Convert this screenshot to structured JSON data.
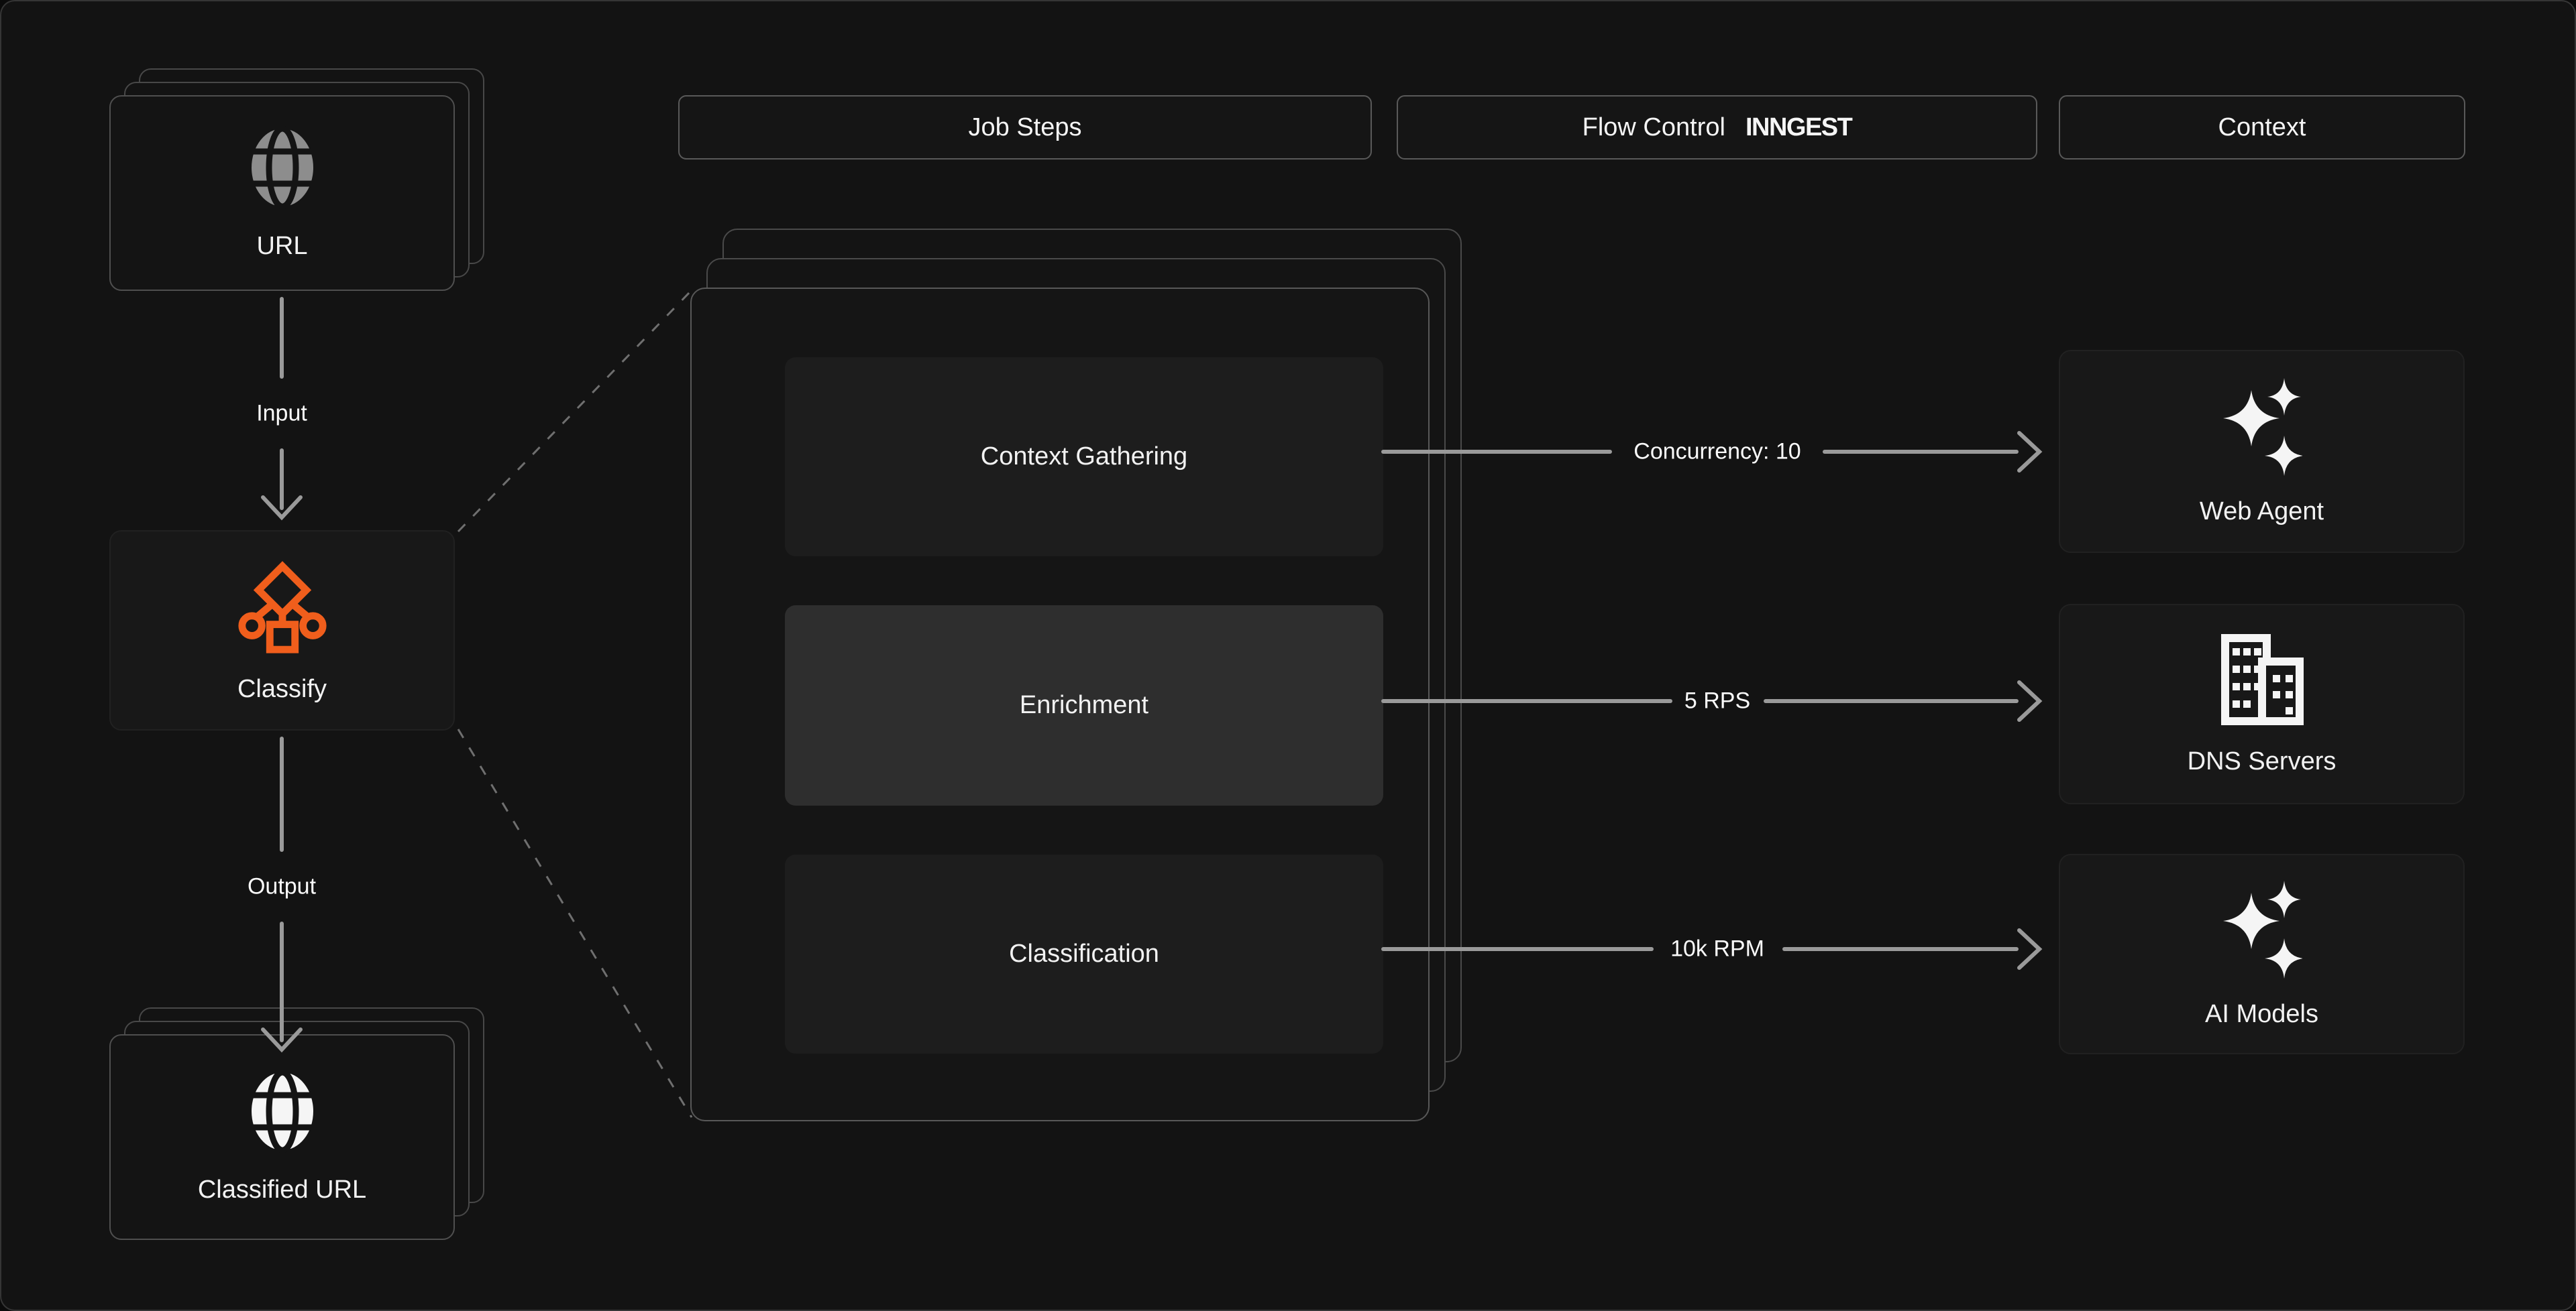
{
  "title_row": {
    "job_steps": "Job Steps",
    "flow_control": "Flow Control",
    "flow_control_logo": "INNGEST",
    "context": "Context"
  },
  "left_flow": {
    "url_card_label": "URL",
    "input_arrow_label": "Input",
    "classify_label": "Classify",
    "output_arrow_label": "Output",
    "classified_card_label": "Classified URL"
  },
  "job_steps": [
    "Context Gathering",
    "Enrichment",
    "Classification"
  ],
  "flow_controls": [
    "Concurrency: 10",
    "5 RPS",
    "10k RPM"
  ],
  "context_nodes": [
    "Web Agent",
    "DNS Servers",
    "AI Models"
  ],
  "icons": {
    "url_card": "globe-icon",
    "classify": "workflow-tree-icon",
    "classified_card": "globe-icon",
    "web_agent": "sparkles-icon",
    "dns_servers": "buildings-icon",
    "ai_models": "sparkles-icon"
  },
  "colors": {
    "background": "#131313",
    "card": "#181818",
    "step": "#1d1d1d",
    "step_highlight": "#2e2e2e",
    "border": "#585858",
    "arrow": "#9a9a9a",
    "dashed_line": "#6f6f6f",
    "accent_orange": "#f05e1c",
    "muted_icon": "#8d8d8d",
    "text": "#f2f2f2"
  }
}
